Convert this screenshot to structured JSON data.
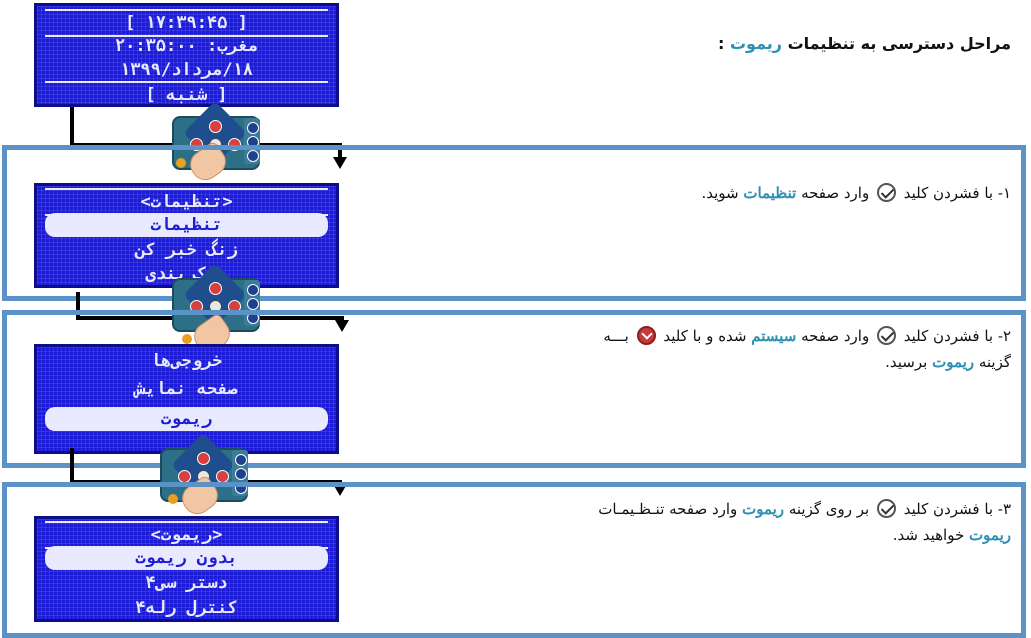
{
  "title": {
    "prefix": "مراحل دسترسی به تنظیمات",
    "highlight": "ریموت",
    "suffix": " :"
  },
  "status_screen": {
    "line1": "[ ۱۷:۳۹:۴۵ ]",
    "line2": "مغرب: ۲۰:۳۵:۰۰",
    "line3": "۱۸/مرداد/۱۳۹۹",
    "line4": "[ شنبه ]"
  },
  "step1": {
    "part1": "۱- با فشردن کلید",
    "part2": "وارد صفحه",
    "highlight": "تنظیمات",
    "part3": "شوید.",
    "screen": {
      "header": "<تنظیمات>",
      "item1": "تنظیمات",
      "item2": "زنگ خبر کن",
      "item3": "پیکربندی"
    }
  },
  "step2": {
    "part1": "۲- با فشردن کلید",
    "part2": "وارد صفحه",
    "highlight1": "سیستم",
    "part3": "شده و با کلید",
    "part4": "بـــه",
    "part5": "گزینه",
    "highlight2": "ریموت",
    "part6": "برسید.",
    "screen": {
      "item1": "خروجی‌ها",
      "item2": "صفحه نمایش",
      "item3": "ریموت"
    }
  },
  "step3": {
    "part1": "۳- با فشردن کلید",
    "part2": "بر روی گزینه",
    "highlight1": "ریموت",
    "part3": "وارد صفحه تنـظـیمـات",
    "highlight2": "ریموت",
    "part4": "خواهید شد.",
    "screen": {
      "header": "<ریموت>",
      "item1": "بدون ریموت",
      "item2": "دستر سی۴",
      "item3": "کنترل رله۴"
    }
  },
  "colors": {
    "accent": "#2f8fb3",
    "frame": "#5b93c8",
    "lcd": "#1b1bd8"
  }
}
